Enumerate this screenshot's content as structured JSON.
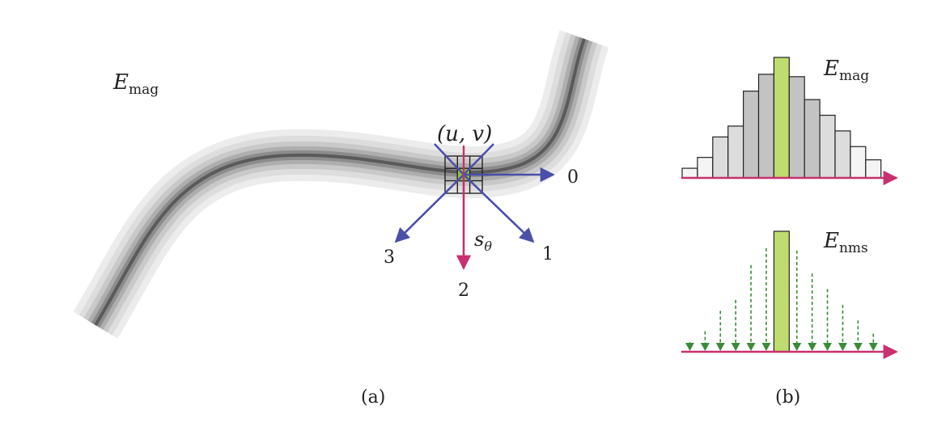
{
  "panel_a": {
    "map_label": {
      "main": "E",
      "sub": "mag"
    },
    "pixel_label": "(u, v)",
    "direction_labels": [
      "0",
      "1",
      "2",
      "3"
    ],
    "scale_label": {
      "main": "s",
      "sub": "θ"
    },
    "caption": "(a)"
  },
  "panel_b": {
    "top_label": {
      "main": "E",
      "sub": "mag"
    },
    "bottom_label": {
      "main": "E",
      "sub": "nms"
    },
    "caption": "(b)",
    "histogram_values": [
      0.08,
      0.17,
      0.34,
      0.43,
      0.72,
      0.86,
      1.0,
      0.84,
      0.65,
      0.52,
      0.39,
      0.26,
      0.15
    ],
    "peak_index": 6
  },
  "colors": {
    "highlight_green": "#bfdc6e",
    "axis_magenta": "#c8306e",
    "direction_blue": "#4a4fa8",
    "suppression_green": "#3a8a3a"
  }
}
